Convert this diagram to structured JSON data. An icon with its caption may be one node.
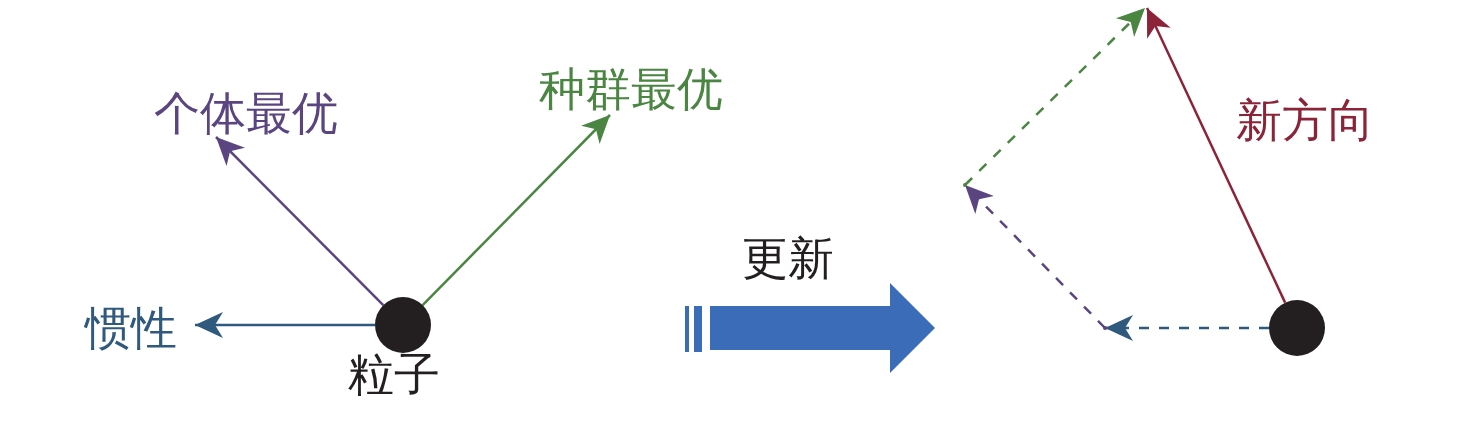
{
  "diagram": {
    "nodes": [
      {
        "text": [],
        "shape": "circle",
        "beside": [
          "粒子"
        ]
      },
      {
        "text": [
          "个体最优"
        ]
      },
      {
        "text": [
          "种群最优"
        ]
      },
      {
        "text": [
          "惯性"
        ]
      },
      {
        "text": [],
        "shape": "circle"
      },
      {
        "text": [],
        "shape": "point"
      },
      {
        "text": [],
        "shape": "point"
      }
    ],
    "edges": [
      {
        "from": 0,
        "to": 3,
        "arrow": "to",
        "color": "#2f5a7e"
      },
      {
        "from": 0,
        "to": 1,
        "arrow": "to",
        "color": "#5b4580"
      },
      {
        "from": 0,
        "to": 2,
        "arrow": "to",
        "color": "#4a8542"
      },
      {
        "from": 4,
        "to": 6,
        "arrow": "to",
        "style": "dashed",
        "color": "#2f5a7e"
      },
      {
        "from": 6,
        "to": 5,
        "arrow": "to",
        "style": "dashed",
        "color": "#5b4580"
      },
      {
        "from": 5,
        "to": null,
        "arrow": "to",
        "style": "dashed",
        "color": "#4a8542"
      },
      {
        "from": 4,
        "to": null,
        "arrow": "to",
        "label": "新方向",
        "color": "#8b2339"
      }
    ],
    "labels": [
      "更新"
    ]
  }
}
